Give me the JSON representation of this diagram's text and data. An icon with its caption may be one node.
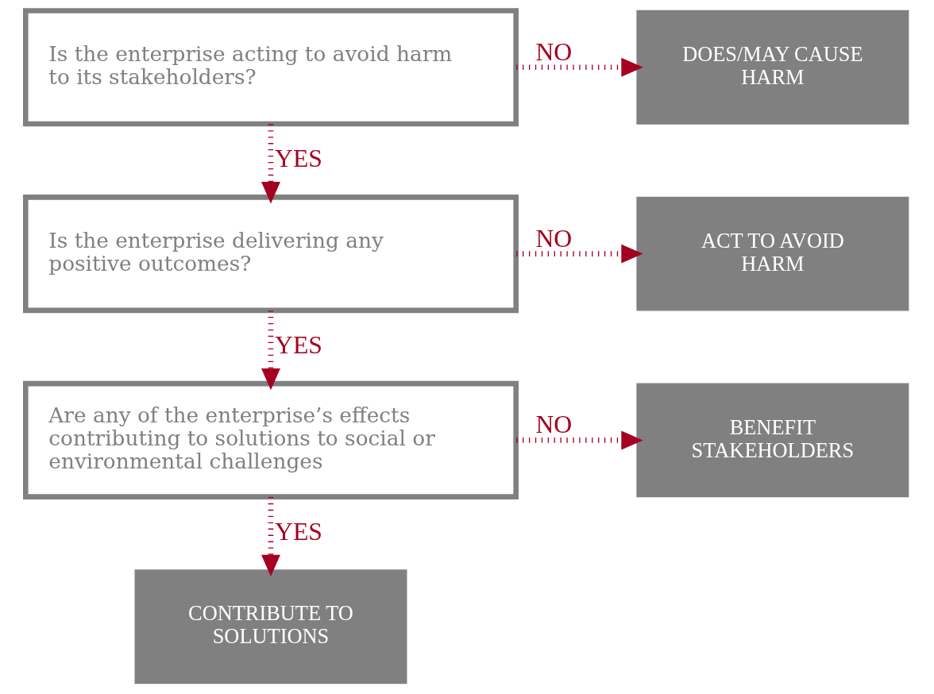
{
  "diagram": {
    "nodes": [
      {
        "text": [
          "Is the enterprise acting to avoid harm to its stakeholders?"
        ]
      },
      {
        "text": [
          "DOES/MAY CAUSE HARM"
        ]
      },
      {
        "text": [
          "Is the enterprise delivering any positive outcomes?"
        ]
      },
      {
        "text": [
          "ACT TO AVOID HARM"
        ]
      },
      {
        "text": [
          "Are any of the enterprise’s effects contributing to solutions to social or environmental challenges"
        ]
      },
      {
        "text": [
          "BENEFIT STAKEHOLDERS"
        ]
      },
      {
        "text": [
          "CONTRIBUTE TO SOLUTIONS"
        ]
      }
    ],
    "edges": [
      {
        "from": 0,
        "to": 1,
        "arrow": "to",
        "label": "NO",
        "style": "dashed"
      },
      {
        "from": 0,
        "to": 2,
        "arrow": "to",
        "label": "YES",
        "style": "dashed"
      },
      {
        "from": 2,
        "to": 3,
        "arrow": "to",
        "label": "NO",
        "style": "dashed"
      },
      {
        "from": 2,
        "to": 4,
        "arrow": "to",
        "label": "YES",
        "style": "dashed"
      },
      {
        "from": 4,
        "to": 5,
        "arrow": "to",
        "label": "NO",
        "style": "dashed"
      },
      {
        "from": 4,
        "to": 6,
        "arrow": "to",
        "label": "YES",
        "style": "dashed"
      }
    ]
  }
}
